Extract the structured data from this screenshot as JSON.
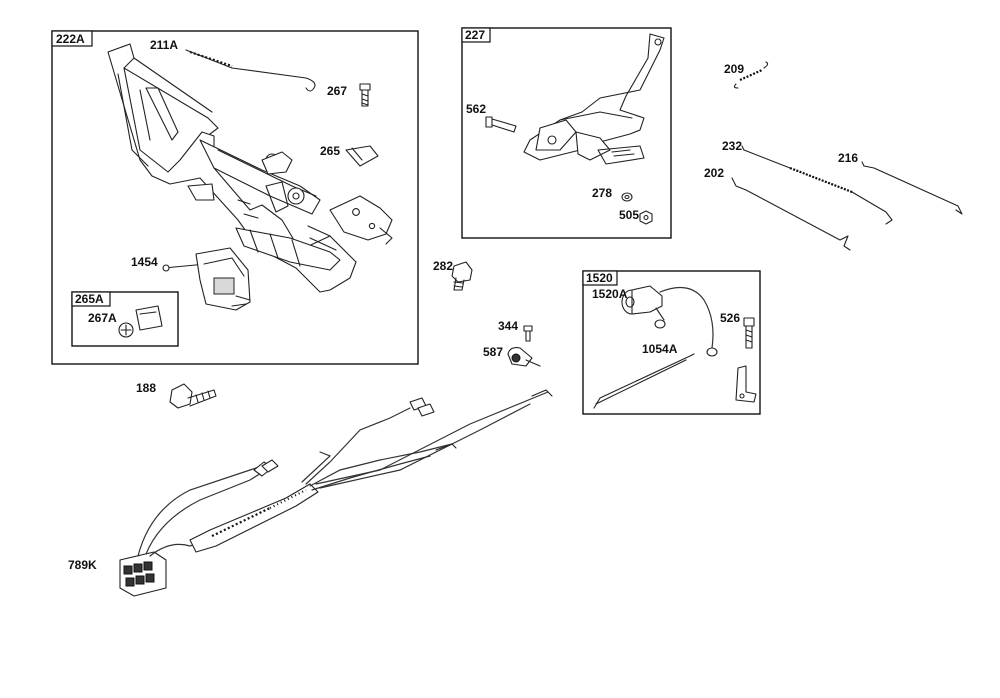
{
  "groups": [
    {
      "id": "222A"
    },
    {
      "id": "265A"
    },
    {
      "id": "227"
    },
    {
      "id": "1520"
    }
  ],
  "callouts": [
    "211A",
    "267",
    "265",
    "1454",
    "267A",
    "562",
    "278",
    "505",
    "209",
    "232",
    "216",
    "202",
    "282",
    "344",
    "587",
    "1520A",
    "526",
    "1054A",
    "188",
    "789K"
  ]
}
